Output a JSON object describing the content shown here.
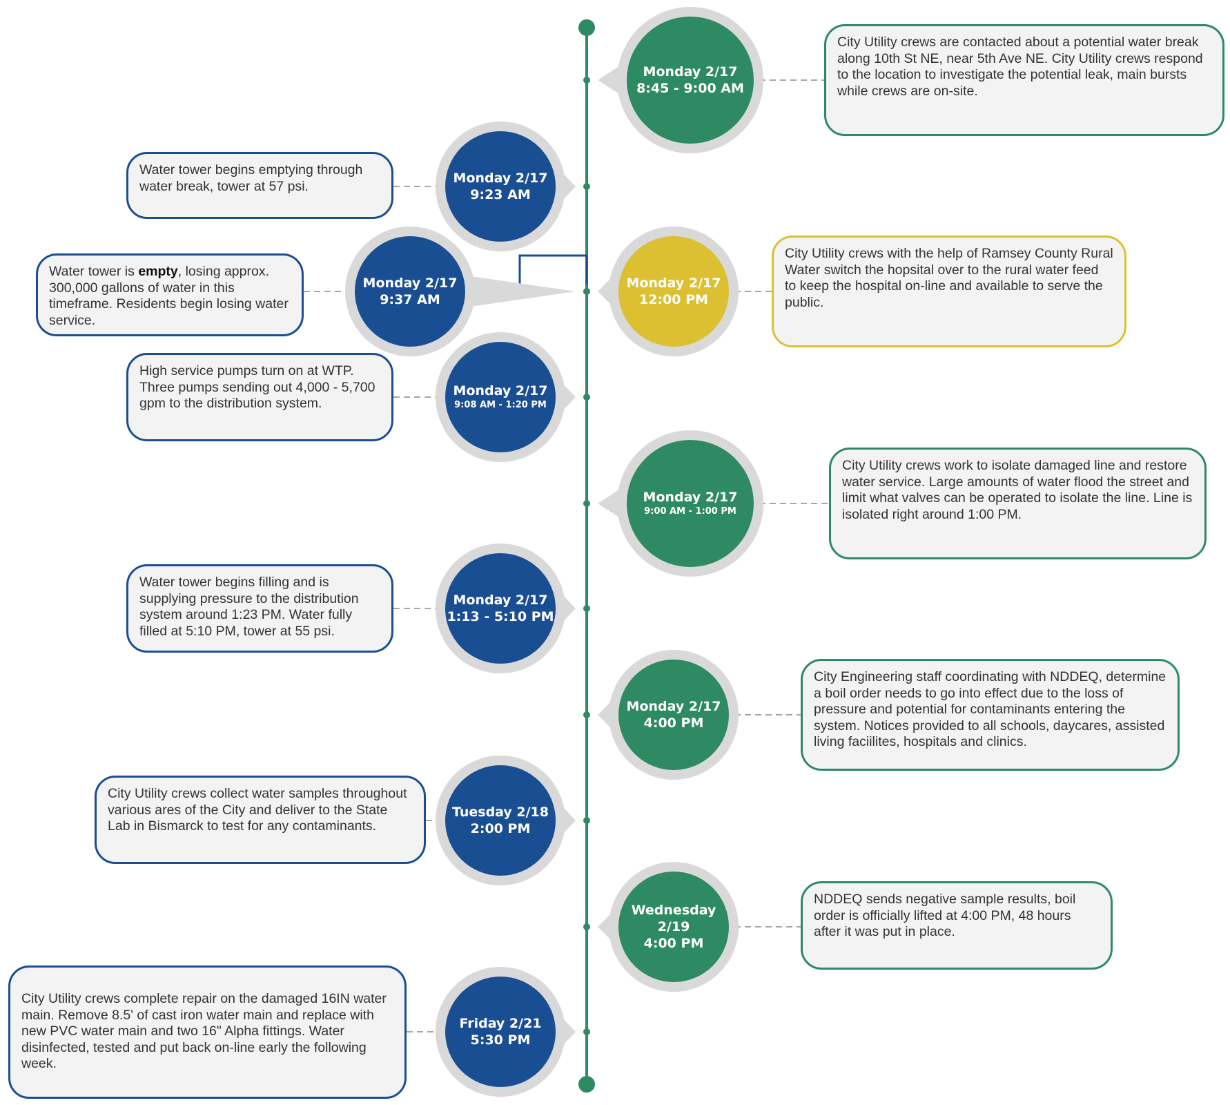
{
  "colors": {
    "axis": "#2e8a62",
    "blue": "#1a4e93",
    "green": "#2e8a62",
    "yellow": "#dcc031",
    "ring": "#d9d9d9",
    "dash": "#a6a6a6"
  },
  "events": [
    {
      "side": "right",
      "color": "green",
      "date_lines": [
        "Monday 2/17",
        "8:45 - 9:00 AM"
      ],
      "small_line": null,
      "text": "City Utility crews are contacted about a potential water break along 10th St NE, near 5th Ave NE. City Utility crews respond to the location to investigate the potential leak, main bursts while crews are on-site."
    },
    {
      "side": "left",
      "color": "blue",
      "date_lines": [
        "Monday 2/17",
        "9:23 AM"
      ],
      "small_line": null,
      "text": "Water tower begins emptying through water break, tower at 57 psi."
    },
    {
      "side": "left",
      "color": "blue",
      "date_lines": [
        "Monday 2/17",
        "9:37 AM"
      ],
      "small_line": null,
      "text_before": "Water tower is ",
      "text_bold": "empty",
      "text_after": ", losing approx. 300,000 gallons of water in this timeframe. Residents begin losing water service."
    },
    {
      "side": "right",
      "color": "yellow",
      "date_lines": [
        "Monday 2/17",
        "12:00 PM"
      ],
      "small_line": null,
      "text": "City Utility crews with the help of Ramsey County Rural Water switch the hopsital over to the rural water feed to keep the hospital on-line and available to serve the public."
    },
    {
      "side": "left",
      "color": "blue",
      "date_lines": [
        "Monday 2/17"
      ],
      "small_line": "9:08 AM - 1:20 PM",
      "text": "High service pumps turn on at WTP. Three pumps sending out 4,000 - 5,700 gpm to the distribution system."
    },
    {
      "side": "right",
      "color": "green",
      "date_lines": [
        "Monday 2/17"
      ],
      "small_line": "9:00 AM - 1:00 PM",
      "text": "City Utility crews work to isolate damaged line and restore water service. Large amounts of water flood the street and limit what valves can be operated to isolate the line. Line is isolated right around 1:00 PM."
    },
    {
      "side": "left",
      "color": "blue",
      "date_lines": [
        "Monday 2/17",
        "1:13 - 5:10 PM"
      ],
      "small_line": null,
      "text": "Water tower begins filling and is supplying pressure to the distribution system around 1:23 PM. Water fully filled at 5:10 PM, tower at 55 psi."
    },
    {
      "side": "right",
      "color": "green",
      "date_lines": [
        "Monday 2/17",
        "4:00 PM"
      ],
      "small_line": null,
      "text": "City Engineering staff coordinating with NDDEQ, determine a boil order needs to go into effect due to the loss of pressure and potential for contaminants entering the system. Notices provided to all schools, daycares, assisted living faciilites, hospitals and clinics."
    },
    {
      "side": "left",
      "color": "blue",
      "date_lines": [
        "Tuesday 2/18",
        "2:00 PM"
      ],
      "small_line": null,
      "text": "City Utility crews collect water samples throughout various ares of the City and deliver to the State Lab in Bismarck to test for any contaminants."
    },
    {
      "side": "right",
      "color": "green",
      "date_lines": [
        "Wednesday",
        "2/19",
        "4:00 PM"
      ],
      "small_line": null,
      "text": "NDDEQ sends negative sample results, boil order is officially lifted at 4:00 PM, 48 hours after it was put in place."
    },
    {
      "side": "left",
      "color": "blue",
      "date_lines": [
        "Friday 2/21",
        "5:30 PM"
      ],
      "small_line": null,
      "text": "City Utility crews complete repair on the damaged 16IN water main. Remove 8.5' of cast iron water main and replace with new PVC water main and two 16\" Alpha fittings. Water disinfected, tested and put back on-line early the following week."
    }
  ]
}
